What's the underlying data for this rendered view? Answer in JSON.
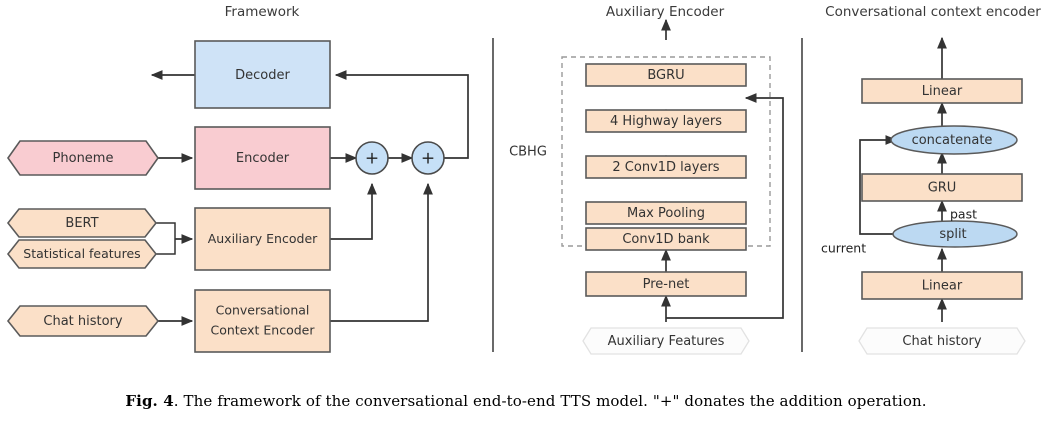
{
  "figure": {
    "caption_label": "Fig. 4",
    "caption_text": ". The framework of the conversational end-to-end TTS model. \"+\" donates the addition operation."
  },
  "panels": [
    {
      "id": "framework",
      "title": "Framework"
    },
    {
      "id": "auxiliary_encoder",
      "title": "Auxiliary Encoder"
    },
    {
      "id": "context_encoder",
      "title": "Conversational context encoder"
    }
  ],
  "framework": {
    "nodes": {
      "decoder": {
        "label": "Decoder",
        "color": "#cfe3f7"
      },
      "encoder": {
        "label": "Encoder",
        "color": "#f9ccd1"
      },
      "auxiliary_encoder": {
        "label": "Auxiliary Encoder",
        "color": "#fbe0c8"
      },
      "context_encoder_line1": {
        "label": "Conversational",
        "color": "#fbe0c8"
      },
      "context_encoder_line2": {
        "label": "Context Encoder",
        "color": "#fbe0c8"
      },
      "phoneme": {
        "label": "Phoneme",
        "color": "#f9ccd1"
      },
      "bert": {
        "label": "BERT",
        "color": "#fbe0c8"
      },
      "statistical_features": {
        "label": "Statistical features",
        "color": "#fbe0c8"
      },
      "chat_history": {
        "label": "Chat history",
        "color": "#fbe0c8"
      },
      "adder_1": {
        "label": "+"
      },
      "adder_2": {
        "label": "+"
      }
    }
  },
  "auxiliary_encoder": {
    "group_label": "CBHG",
    "stack": [
      {
        "label": "BGRU"
      },
      {
        "label": "4 Highway layers"
      },
      {
        "label": "2 Conv1D layers"
      },
      {
        "label": "Max Pooling"
      },
      {
        "label": "Conv1D bank"
      }
    ],
    "prenet": {
      "label": "Pre-net"
    },
    "input": {
      "label": "Auxiliary Features"
    }
  },
  "context_encoder": {
    "linear_top": {
      "label": "Linear"
    },
    "concatenate": {
      "label": "concatenate"
    },
    "gru": {
      "label": "GRU"
    },
    "split": {
      "label": "split"
    },
    "linear_bottom": {
      "label": "Linear"
    },
    "input": {
      "label": "Chat history"
    },
    "edge_labels": {
      "past": "past",
      "current": "current"
    }
  },
  "colors": {
    "blue_fill": "#cfe3f7",
    "pink_fill": "#f9ccd1",
    "peach_fill": "#fbe0c8",
    "ellipse_fill": "#bcd9f2",
    "stroke": "#5a5a5a",
    "wire": "#333333"
  }
}
